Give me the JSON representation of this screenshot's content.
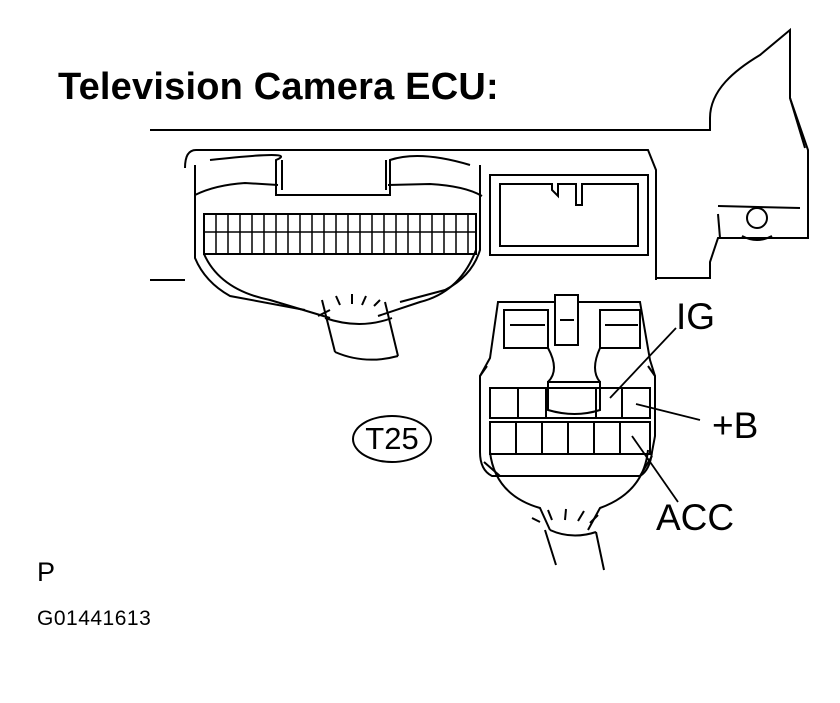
{
  "title": "Television Camera ECU:",
  "connector_id": "T25",
  "terminals": {
    "ig": "IG",
    "b_plus": "+B",
    "acc": "ACC"
  },
  "footer": {
    "code": "P",
    "figure_number": "G01441613"
  }
}
